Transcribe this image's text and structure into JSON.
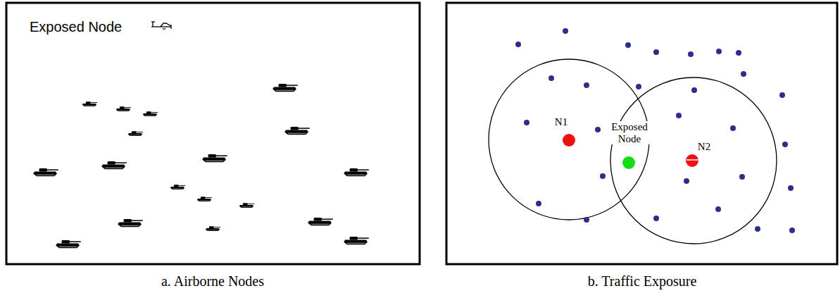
{
  "diagram": {
    "labels": [
      "Exposed Node",
      "N1",
      "Exposed Node",
      "N2",
      "a. Airborne Nodes",
      "b. Traffic Exposure"
    ]
  }
}
